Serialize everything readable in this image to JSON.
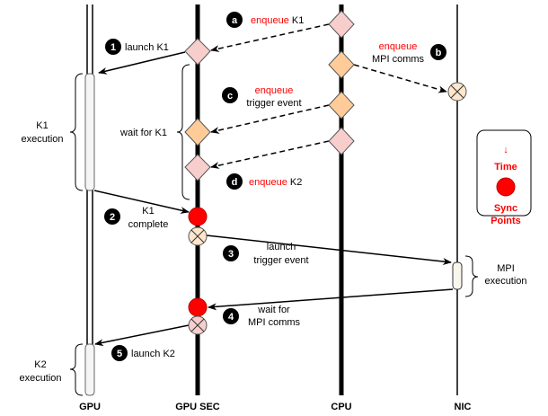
{
  "lanes": {
    "gpu": "GPU",
    "gpu_sec": "GPU SEC",
    "cpu": "CPU",
    "nic": "NIC"
  },
  "steps": {
    "s1": {
      "badge": "1",
      "label": "launch K1"
    },
    "s2": {
      "badge": "2",
      "line1": "K1",
      "line2": "complete"
    },
    "s3": {
      "badge": "3",
      "line1": "launch",
      "line2": "trigger event"
    },
    "s4": {
      "badge": "4",
      "line1": "wait for",
      "line2": "MPI comms"
    },
    "s5": {
      "badge": "5",
      "label": "launch K2"
    }
  },
  "enqueue": {
    "a": {
      "badge": "a",
      "verb": "enqueue",
      "obj": "K1"
    },
    "b": {
      "badge": "b",
      "verb": "enqueue",
      "obj": "MPI comms"
    },
    "c": {
      "badge": "c",
      "verb": "enqueue",
      "obj": "trigger event"
    },
    "d": {
      "badge": "d",
      "verb": "enqueue",
      "obj": "K2"
    }
  },
  "braces": {
    "k1_exec_1": "K1",
    "k1_exec_2": "execution",
    "wait_k1": "wait for K1",
    "k2_exec_1": "K2",
    "k2_exec_2": "execution",
    "mpi_exec_1": "MPI",
    "mpi_exec_2": "execution"
  },
  "legend": {
    "arrow": "↓",
    "time": "Time",
    "sync_1": "Sync",
    "sync_2": "Points"
  },
  "colors": {
    "pink_diamond": "#f8cecc",
    "orange_diamond": "#ffcc99",
    "sync_red": "#ff0000",
    "exec_bar": "#f5f5f5",
    "text_red": "#ff0000"
  }
}
